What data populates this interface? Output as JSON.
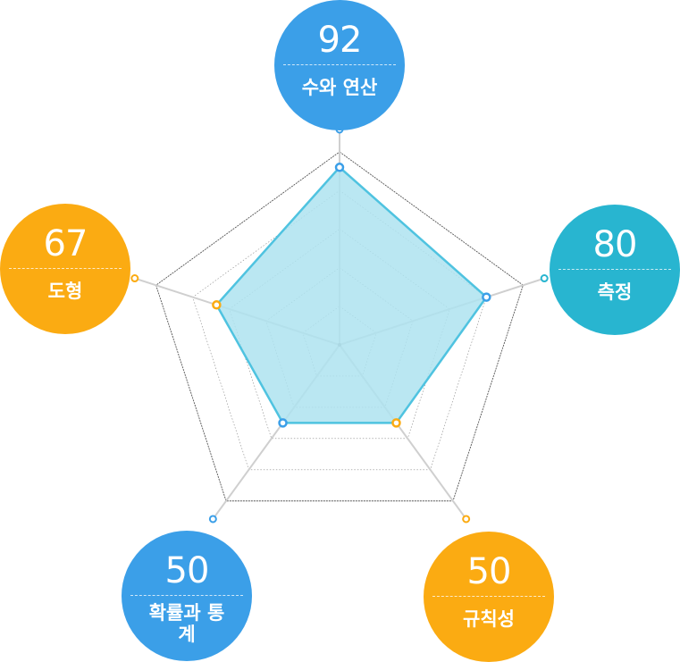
{
  "chart_data": {
    "type": "radar",
    "axes": [
      {
        "label": "수와 연산",
        "value": 92,
        "color": "#3b9fe8"
      },
      {
        "label": "측정",
        "value": 80,
        "color": "#28b5d0"
      },
      {
        "label": "규칙성",
        "value": 50,
        "color": "#fbab12"
      },
      {
        "label": "확률과 통계",
        "value": 50,
        "color": "#3b9fe8"
      },
      {
        "label": "도형",
        "value": 67,
        "color": "#fbab12"
      }
    ],
    "vertex_colors": [
      "#3b9fe8",
      "#3b9fe8",
      "#fbab12",
      "#3b9fe8",
      "#fbab12"
    ],
    "range": [
      0,
      100
    ],
    "rings": 5,
    "fill_color": "#aee3f0",
    "line_color": "#4fc3e0"
  }
}
